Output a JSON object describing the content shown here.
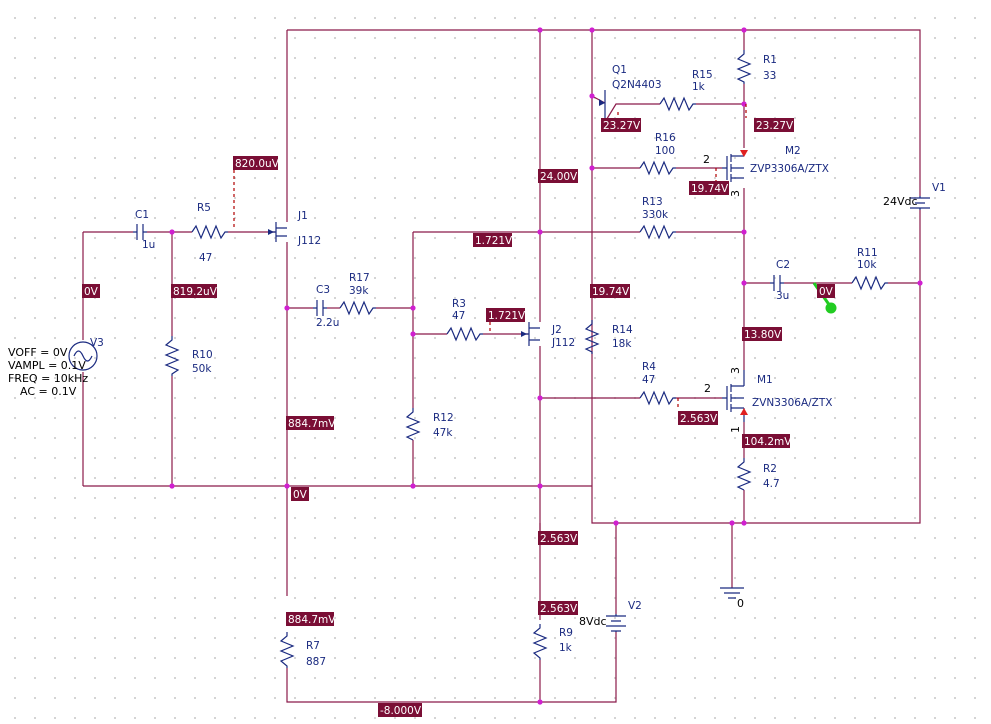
{
  "colors": {
    "wire": "#8b1a4a",
    "component": "#1a2a80",
    "junction": "#d020d0",
    "voltage_label_bg": "#7a0e35",
    "voltage_label_text": "#ffffff",
    "marker": "#22cc22",
    "arrow": "#e02020"
  },
  "components": {
    "C1": {
      "ref": "C1",
      "value": "1u"
    },
    "R5": {
      "ref": "R5",
      "value": "47"
    },
    "J1": {
      "ref": "J1",
      "model": "J112"
    },
    "R10": {
      "ref": "R10",
      "value": "50k"
    },
    "V3": {
      "ref": "V3",
      "params": [
        "VOFF = 0V",
        "VAMPL = 0.1V",
        "FREQ = 10kHz",
        "AC = 0.1V"
      ]
    },
    "C3": {
      "ref": "C3",
      "value": "2.2u"
    },
    "R17": {
      "ref": "R17",
      "value": "39k"
    },
    "R3": {
      "ref": "R3",
      "value": "47"
    },
    "J2": {
      "ref": "J2",
      "model": "J112"
    },
    "R12": {
      "ref": "R12",
      "value": "47k"
    },
    "R7": {
      "ref": "R7",
      "value": "887"
    },
    "R9": {
      "ref": "R9",
      "value": "1k"
    },
    "V2": {
      "ref": "V2",
      "value": "8Vdc"
    },
    "Q1": {
      "ref": "Q1",
      "model": "Q2N4403"
    },
    "R15": {
      "ref": "R15",
      "value": "1k"
    },
    "R1": {
      "ref": "R1",
      "value": "33"
    },
    "R16": {
      "ref": "R16",
      "value": "100"
    },
    "M2": {
      "ref": "M2",
      "model": "ZVP3306A/ZTX",
      "pin_gate": "2",
      "pin_source": "3"
    },
    "R13": {
      "ref": "R13",
      "value": "330k"
    },
    "R14": {
      "ref": "R14",
      "value": "18k"
    },
    "C2": {
      "ref": "C2",
      "value": "3u"
    },
    "R11": {
      "ref": "R11",
      "value": "10k"
    },
    "V1": {
      "ref": "V1",
      "value": "24Vdc"
    },
    "R4": {
      "ref": "R4",
      "value": "47"
    },
    "M1": {
      "ref": "M1",
      "model": "ZVN3306A/ZTX",
      "pin_gate": "2",
      "pin_drain": "3",
      "pin_source": "1"
    },
    "R2": {
      "ref": "R2",
      "value": "4.7"
    },
    "GND": {
      "label": "0"
    }
  },
  "voltages": {
    "v3_node": "0V",
    "r10_top": "819.2uV",
    "j1_gate": "820.0uV",
    "j1_source": "884.7mV",
    "gnd_bus": "0V",
    "r7_top": "884.7mV",
    "neg_supply": "-8.000V",
    "r13_left": "1.721V",
    "j2_gate": "1.721V",
    "j2_drain": "24.00V",
    "j2_source": "2.563V",
    "r9_top": "2.563V",
    "q1_emitter": "23.27V",
    "r1_bottom": "23.27V",
    "m2_gate": "19.74V",
    "r14_top": "19.74V",
    "c2_out": "0V",
    "output_node": "13.80V",
    "m1_gate": "2.563V",
    "m1_source": "104.2mV"
  }
}
